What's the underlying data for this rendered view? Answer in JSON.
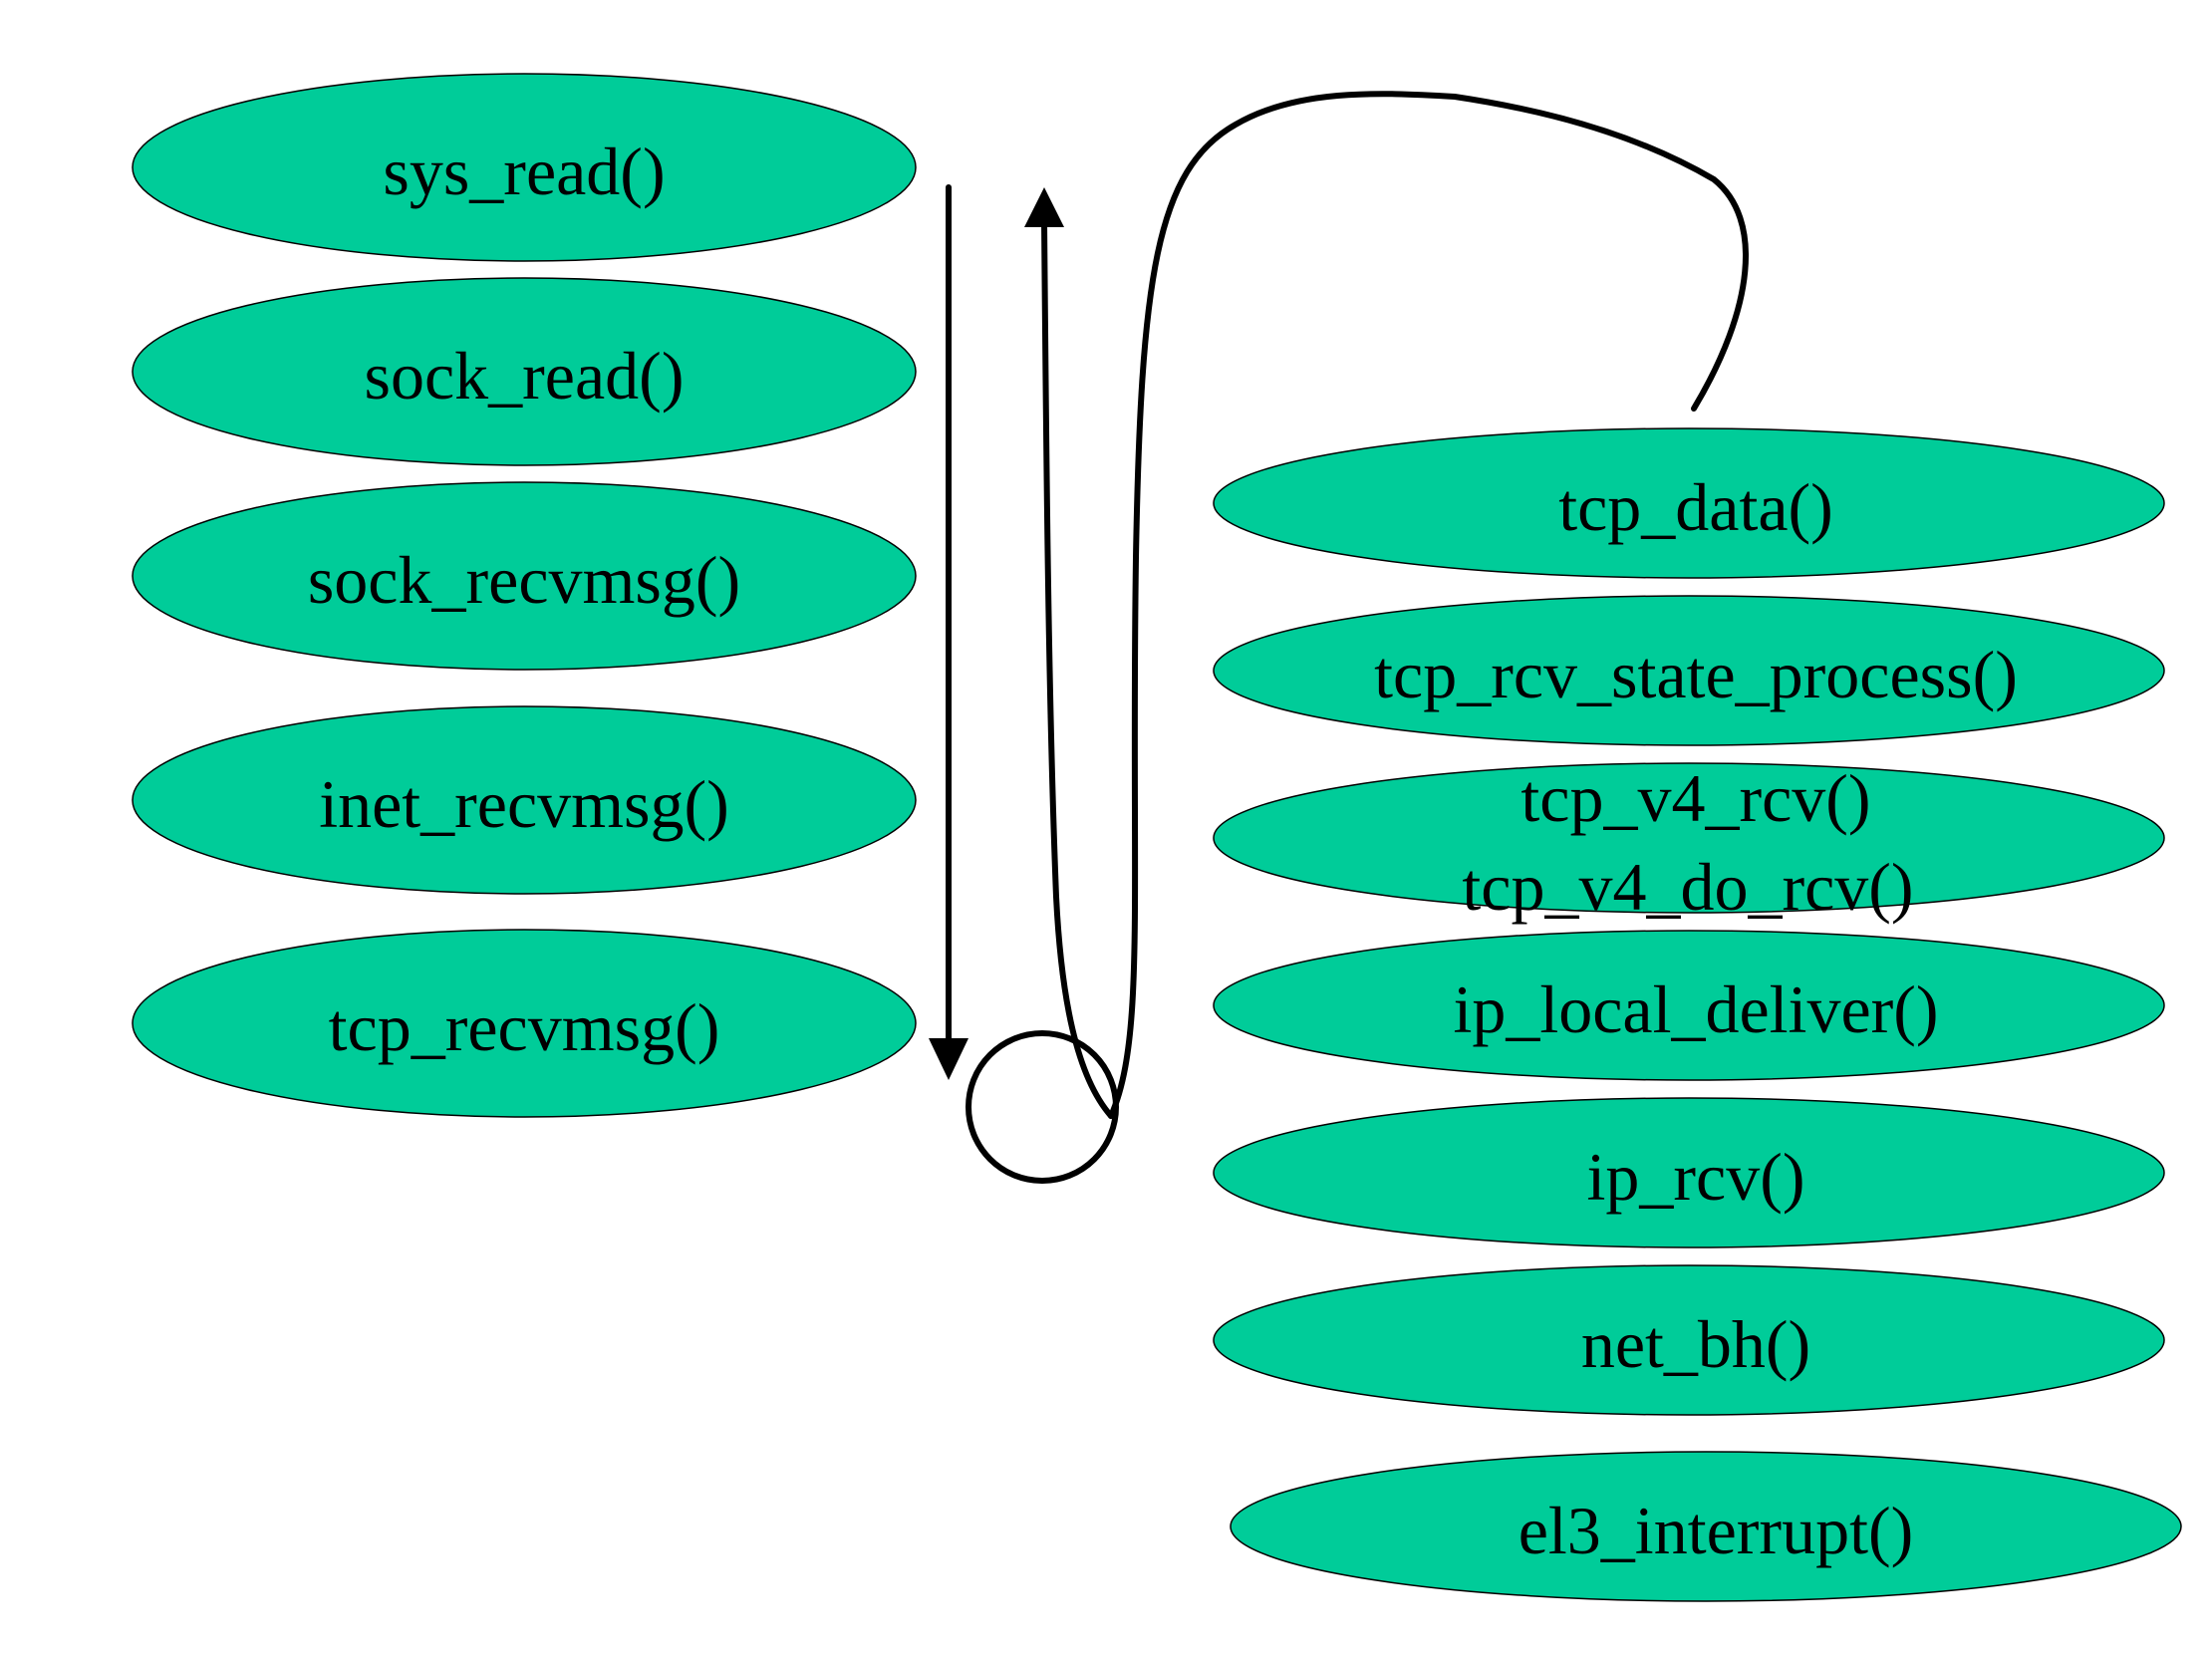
{
  "colors": {
    "node_fill": "#00cc99",
    "node_stroke": "#000000",
    "line": "#000000",
    "background": "#ffffff"
  },
  "left_stack": [
    {
      "label": "sys_read()"
    },
    {
      "label": "sock_read()"
    },
    {
      "label": "sock_recvmsg()"
    },
    {
      "label": "inet_recvmsg()"
    },
    {
      "label": "tcp_recvmsg()"
    }
  ],
  "right_stack": [
    {
      "lines": [
        "tcp_data()"
      ]
    },
    {
      "lines": [
        "tcp_rcv_state_process()"
      ]
    },
    {
      "lines": [
        "tcp_v4_rcv()",
        "tcp_v4_do_rcv()"
      ]
    },
    {
      "lines": [
        "ip_local_deliver()"
      ]
    },
    {
      "lines": [
        "ip_rcv()"
      ]
    },
    {
      "lines": [
        "net_bh()"
      ]
    },
    {
      "lines": [
        "el3_interrupt()"
      ]
    }
  ]
}
